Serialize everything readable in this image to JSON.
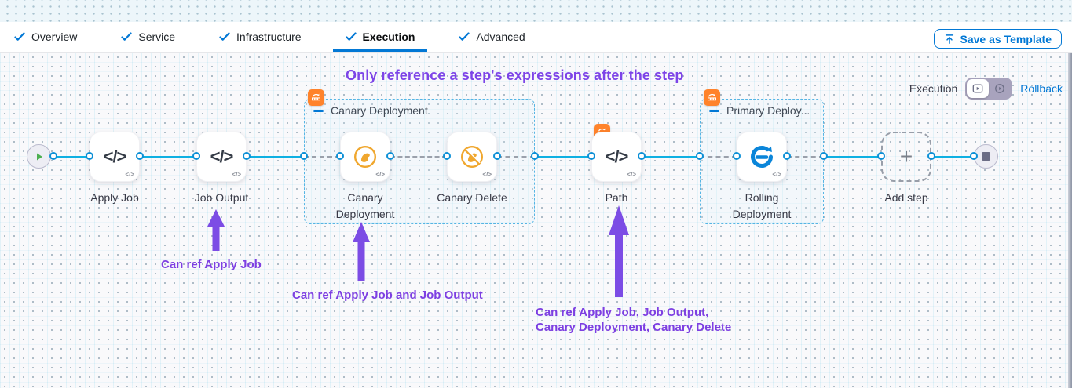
{
  "tabs": {
    "items": [
      "Overview",
      "Service",
      "Infrastructure",
      "Execution",
      "Advanced"
    ],
    "active_tab": "Execution"
  },
  "toolbar": {
    "save_as_template": "Save as Template"
  },
  "canvas": {
    "heading": "Only reference a step's expressions after the step",
    "mode_toggle": {
      "execution": "Execution",
      "rollback": "Rollback"
    },
    "pipeline": {
      "groups": [
        {
          "label": "Canary Deployment"
        },
        {
          "label": "Primary Deploy..."
        }
      ],
      "nodes": [
        {
          "label": "Apply Job",
          "icon": "code"
        },
        {
          "label": "Job Output",
          "icon": "code"
        },
        {
          "label": "Canary Deployment",
          "icon": "canary"
        },
        {
          "label": "Canary Delete",
          "icon": "canary-delete"
        },
        {
          "label": "Path",
          "icon": "code"
        },
        {
          "label": "Rolling Deployment",
          "icon": "rolling-deployment"
        },
        {
          "label": "Add step",
          "icon": "plus"
        }
      ]
    },
    "annotations": {
      "items": [
        {
          "text": "Can ref Apply Job"
        },
        {
          "text": "Can ref Apply Job and Job Output"
        },
        {
          "text": "Can ref Apply Job, Job Output, Canary Deployment, Canary Delete"
        }
      ]
    }
  },
  "icons": {
    "code_glyph": "</>",
    "mini_code_glyph": "</>",
    "plus_glyph": "+"
  },
  "colors": {
    "accent_blue": "#0278d5",
    "line_cyan": "#0fb0e2",
    "purple": "#7d3fe2",
    "badge_orange": "#ff832b",
    "canary_orange": "#f0a72e",
    "rolling_blue": "#0a85d9"
  }
}
